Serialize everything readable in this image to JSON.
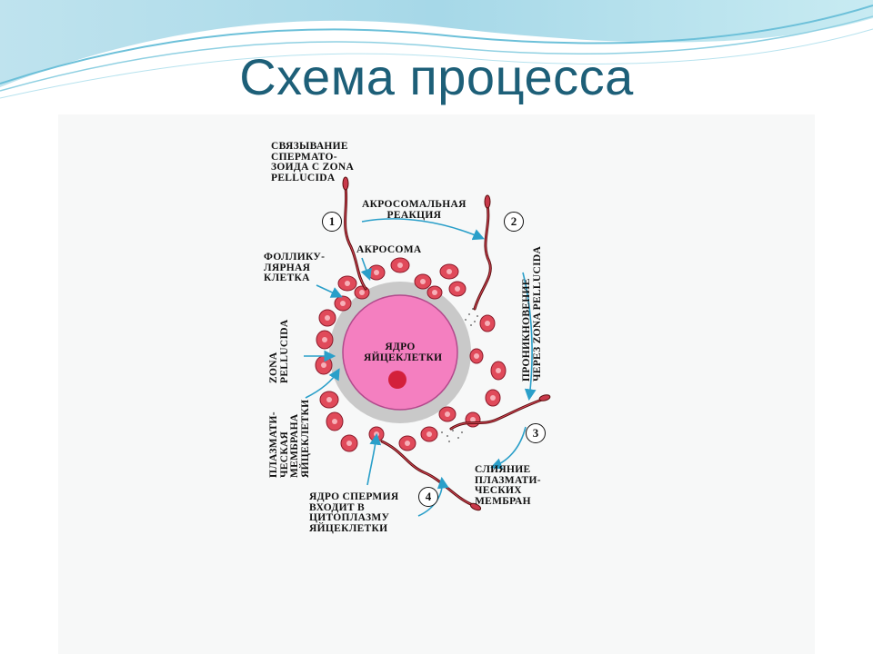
{
  "slide": {
    "title": "Схема процесса"
  },
  "diagram": {
    "labels": {
      "binding": "СВЯЗЫВАНИЕ\nСПЕРМАТО-\nЗОИДА С ZONA\nPELLUCIDA",
      "acrosome_reaction": "АКРОСОМАЛЬНАЯ\nРЕАКЦИЯ",
      "acrosome": "АКРОСОМА",
      "follicular_cell": "ФОЛЛИКУ-\nЛЯРНАЯ\nКЛЕТКА",
      "zona_pellucida": "ZONA\nPELLUCIDA",
      "egg_nucleus": "ЯДРО\nЯЙЦЕКЛЕТКИ",
      "plasma_membrane": "ПЛАЗМАТИ-\nЧЕСКАЯ\nМЕМБРАНА\nЯЙЦЕКЛЕТКИ",
      "penetration": "ПРОНИКНОВЕНИЕ\nЧЕРЕЗ ZONA PELLUCIDA",
      "fusion": "СЛИЯНИЕ\nПЛАЗМАТИ-\nЧЕСКИХ\nМЕМБРАН",
      "sperm_nucleus_enters": "ЯДРО СПЕРМИЯ\nВХОДИТ В\nЦИТОПЛАЗМУ\nЯЙЦЕКЛЕТКИ"
    },
    "steps": [
      "1",
      "2",
      "3",
      "4"
    ],
    "colors": {
      "cytoplasm": "#f47fc0",
      "zona": "#c8c8c8",
      "follicle_cell": "#e04a5a",
      "arrow": "#2a9fc9",
      "sperm": "#8b1a1a",
      "title": "#1d5f78"
    }
  }
}
